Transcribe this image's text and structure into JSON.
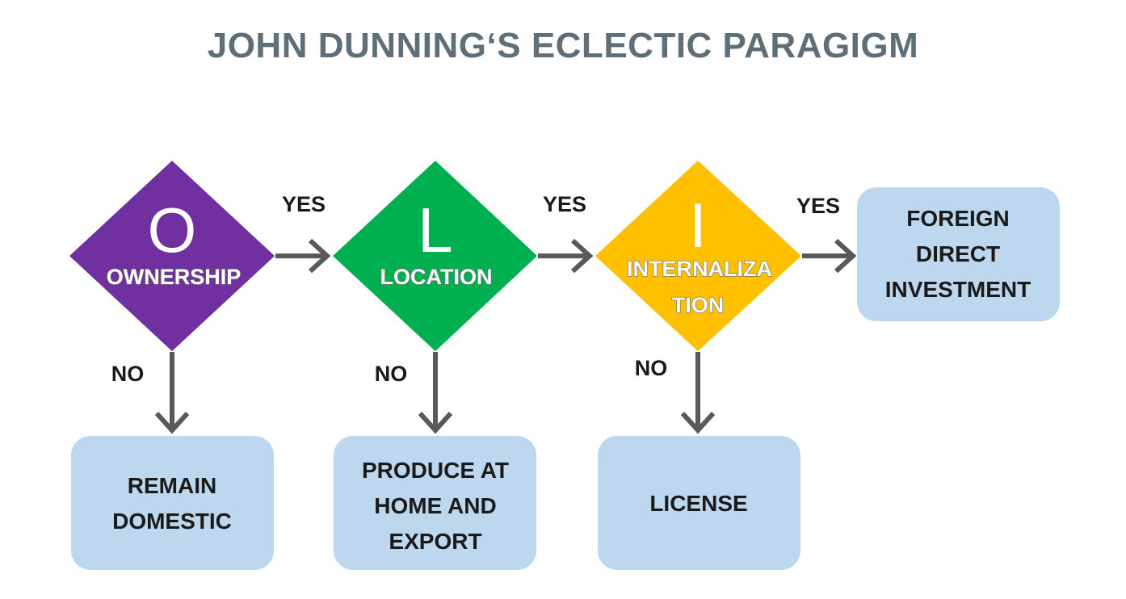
{
  "title": "JOHN DUNNING‘S ECLECTIC PARAGIGM",
  "colors": {
    "ownership": "#7030a0",
    "location": "#00b050",
    "internalization": "#ffc000",
    "box_fill": "#bdd7ee",
    "arrow": "#595959",
    "title": "#5f6f7a"
  },
  "decisions": [
    {
      "id": "ownership",
      "letter": "O",
      "label_lines": [
        "OWNERSHIP"
      ]
    },
    {
      "id": "location",
      "letter": "L",
      "label_lines": [
        "LOCATION"
      ]
    },
    {
      "id": "internalization",
      "letter": "I",
      "label_lines": [
        "INTERNALIZA",
        "TION"
      ]
    }
  ],
  "edge_labels": {
    "yes": "YES",
    "no": "NO"
  },
  "outcomes": {
    "foreign_direct_investment": [
      "FOREIGN",
      "DIRECT",
      "INVESTMENT"
    ],
    "remain_domestic": [
      "REMAIN",
      "DOMESTIC"
    ],
    "produce_at_home_and_export": [
      "PRODUCE AT",
      "HOME AND",
      "EXPORT"
    ],
    "license": [
      "LICENSE"
    ]
  }
}
